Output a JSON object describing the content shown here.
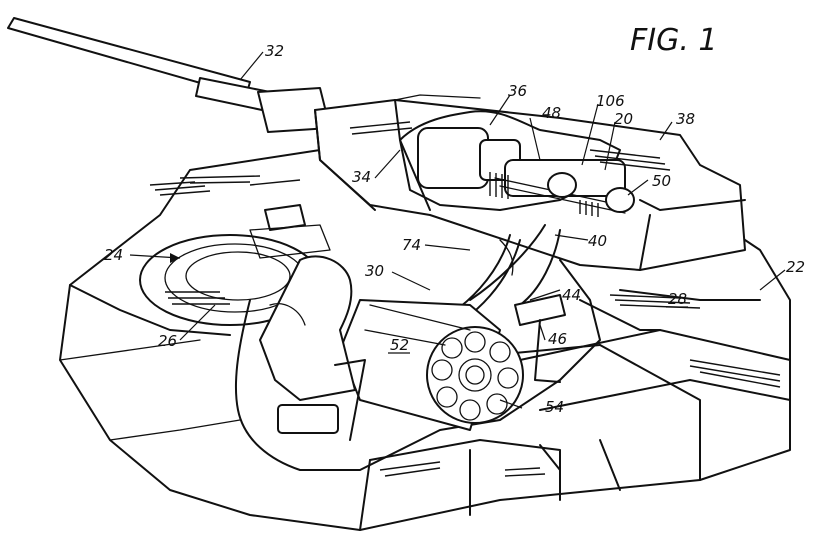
{
  "figure_label": "FIG. 1",
  "reference_numerals": {
    "n32": "32",
    "n36": "36",
    "n106": "106",
    "n48": "48",
    "n20": "20",
    "n38": "38",
    "n34": "34",
    "n50": "50",
    "n24": "24",
    "n74": "74",
    "n40": "40",
    "n22": "22",
    "n30": "30",
    "n28": "28",
    "n44": "44",
    "n26": "26",
    "n52": "52",
    "n46": "46",
    "n54": "54"
  },
  "colors": {
    "line": "#111111",
    "paper": "#ffffff"
  }
}
